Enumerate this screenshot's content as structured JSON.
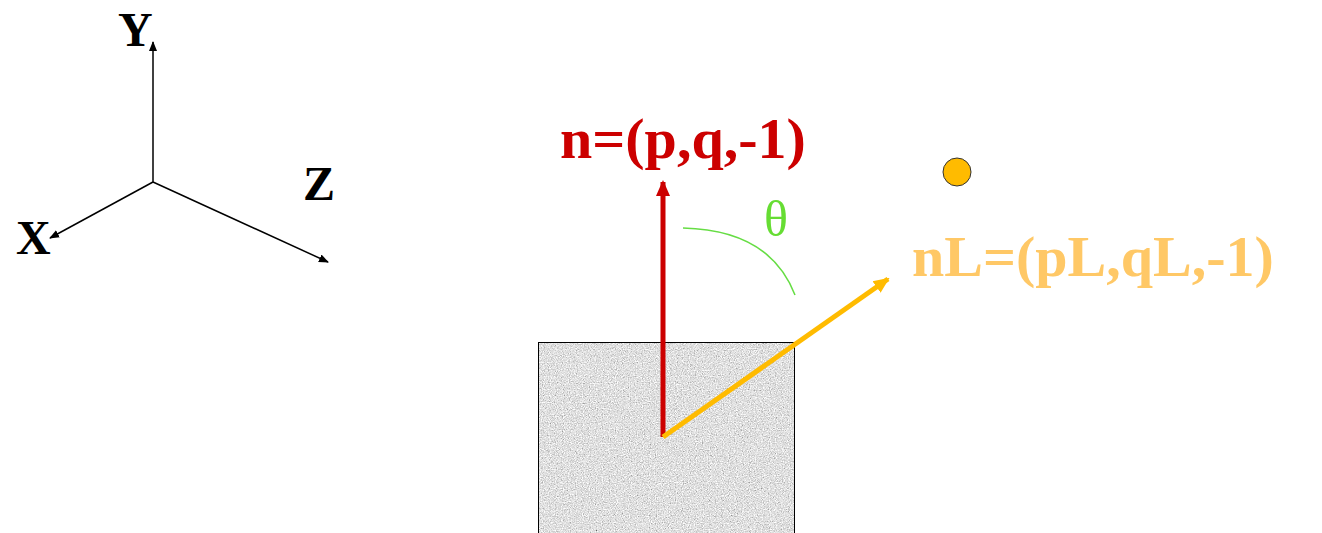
{
  "diagram": {
    "labels": [
      "Y",
      "Z",
      "X",
      "n=(p,q,-1)",
      "θ",
      "nL=(pL,qL,-1)"
    ]
  }
}
